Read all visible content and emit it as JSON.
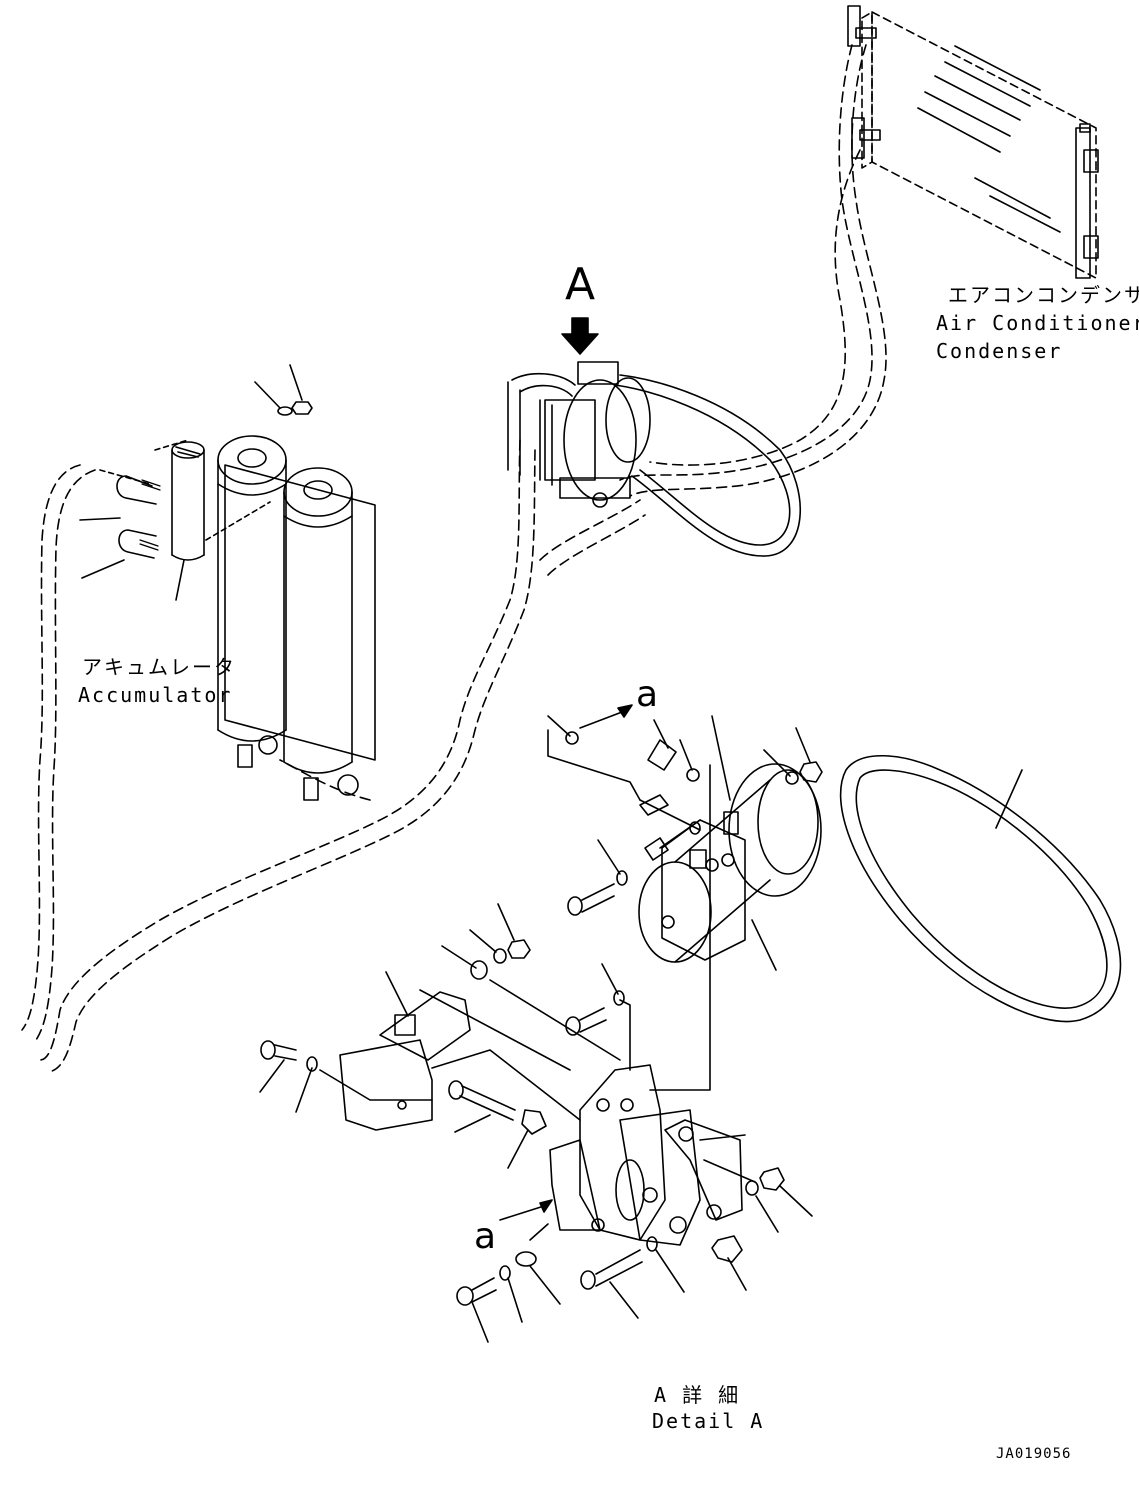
{
  "diagram": {
    "view_marker": "A",
    "section_marker_top": "a",
    "section_marker_bottom": "a",
    "condenser": {
      "label_jp": "エアコンコンデンサ",
      "label_en_line1": "Air Conditioner",
      "label_en_line2": "Condenser"
    },
    "accumulator": {
      "label_jp": "アキュムレータ",
      "label_en": "Accumulator"
    },
    "detail": {
      "label_jp": "A 詳 細",
      "label_en": "Detail A"
    },
    "drawing_number": "JA019056",
    "colors": {
      "line": "#000000",
      "background": "#ffffff"
    }
  }
}
